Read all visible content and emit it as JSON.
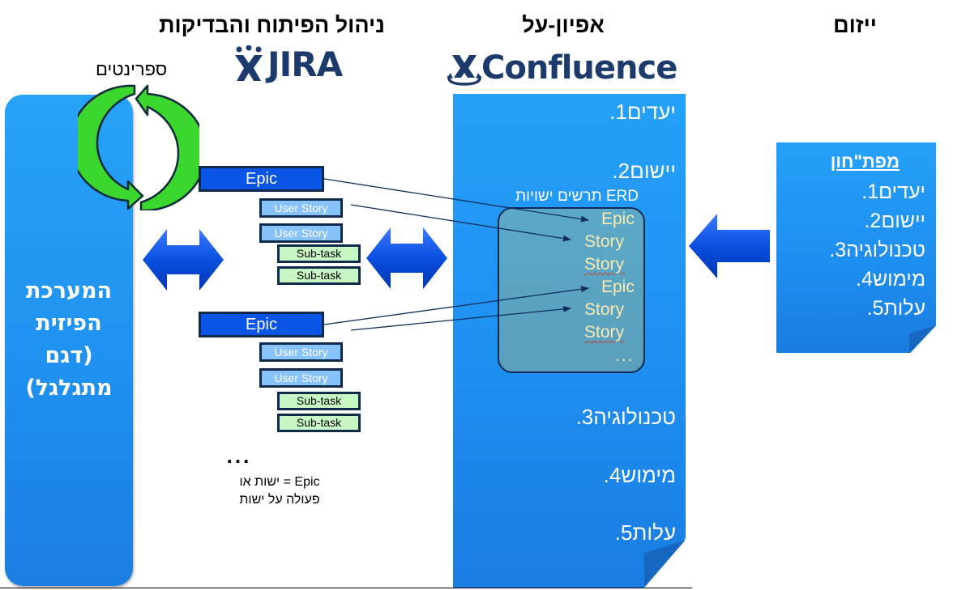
{
  "headings": {
    "development": "ניהול הפיתוח והבדיקות",
    "specification": "אפיון-על",
    "initiation": "ייזום"
  },
  "logos": {
    "jira": "JIRA",
    "confluence": "Confluence"
  },
  "sprints_label": "ספרינטים",
  "physical_system": {
    "label": "המערכת\nהפיזית\n(דגם\nמתגלגל)"
  },
  "jira_hierarchy": {
    "group1": {
      "epic": "Epic",
      "stories": [
        "User Story",
        "User Story"
      ],
      "subtasks": [
        "Sub-task",
        "Sub-task"
      ]
    },
    "group2": {
      "epic": "Epic",
      "stories": [
        "User Story",
        "User Story"
      ],
      "subtasks": [
        "Sub-task",
        "Sub-task"
      ]
    },
    "ellipsis": "...",
    "note_line1": "Epic = ישות או",
    "note_line2": "פעולה על ישות"
  },
  "confluence_doc": {
    "items": [
      {
        "num": "1.",
        "label": "יעדים"
      },
      {
        "num": "2.",
        "label": "יישום"
      },
      {
        "num": "3.",
        "label": "טכנולוגיה"
      },
      {
        "num": "4.",
        "label": "מימוש"
      },
      {
        "num": "5.",
        "label": "עלות"
      }
    ],
    "erd_label": "ERD תרשים ישויות",
    "entities": [
      "Epic",
      "Story",
      "Story",
      "Epic",
      "Story",
      "Story",
      "..."
    ]
  },
  "initiation_doc": {
    "title": "מפת\"חון",
    "items": [
      {
        "num": "1.",
        "label": "יעדים"
      },
      {
        "num": "2.",
        "label": "יישום"
      },
      {
        "num": "3.",
        "label": "טכנולוגיה"
      },
      {
        "num": "4.",
        "label": "מימוש"
      },
      {
        "num": "5.",
        "label": "עלות"
      }
    ]
  },
  "colors": {
    "panel_blue": "#1f8fee",
    "epic_blue": "#0b55e6",
    "story_blue": "#87c2fb",
    "subtask_green": "#c8f7c4",
    "cycle_green": "#3bd62e",
    "logo_navy": "#1c3a6b",
    "entity_text": "#fbeab0"
  }
}
